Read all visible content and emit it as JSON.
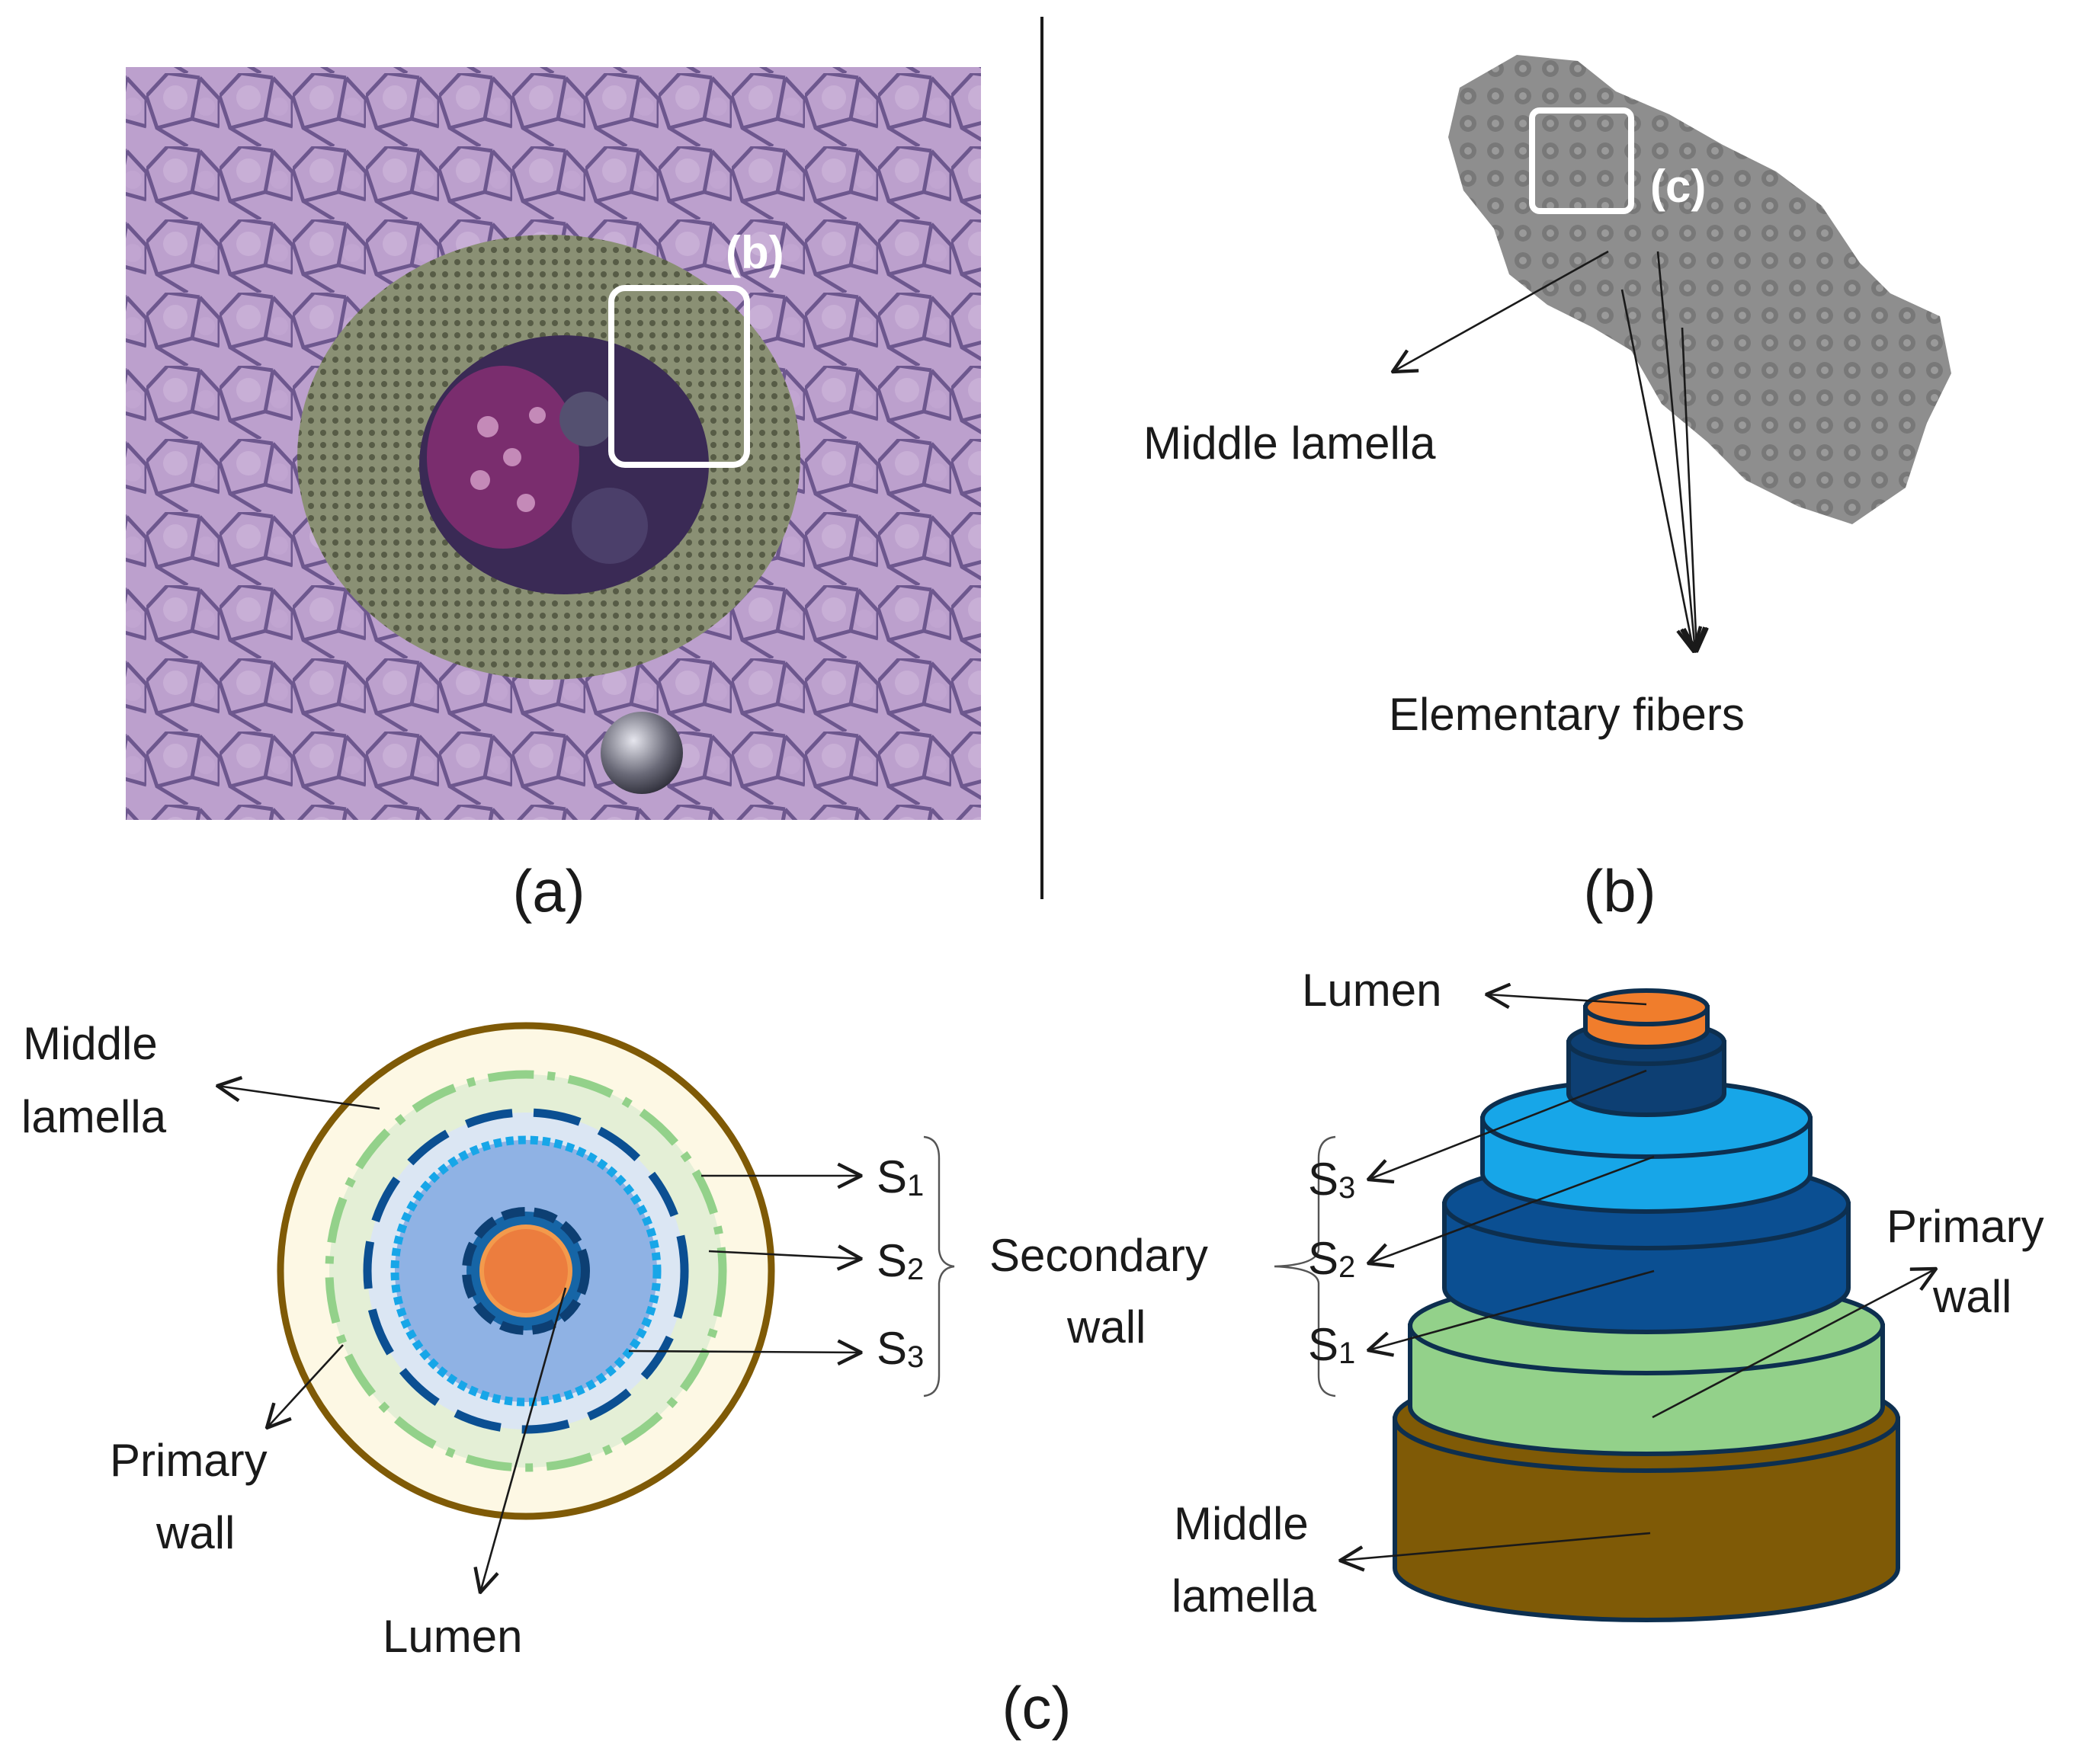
{
  "panels": {
    "a": {
      "caption": "(a)",
      "inset_label": "(b)",
      "colors": {
        "background": "#b49ac8",
        "fiber_ring": "#848a6c",
        "xylem": "#7a2d6e",
        "cell_border": "#4f3f78"
      }
    },
    "b": {
      "caption": "(b)",
      "inset_label": "(c)",
      "labels": {
        "middle_lamella": "Middle lamella",
        "elementary_fibers": "Elementary fibers"
      },
      "colors": {
        "bundle": "#8a8a8a",
        "bundle_dark": "#5e5e5e"
      }
    },
    "c": {
      "caption": "(c)",
      "cross_section": {
        "labels": {
          "middle_lamella_line1": "Middle",
          "middle_lamella_line2": "lamella",
          "primary_wall_line1": "Primary",
          "primary_wall_line2": "wall",
          "lumen": "Lumen",
          "s1_base": "S",
          "s1_sub": "1",
          "s2_base": "S",
          "s2_sub": "2",
          "s3_base": "S",
          "s3_sub": "3",
          "secondary_wall_line1": "Secondary",
          "secondary_wall_line2": "wall"
        }
      },
      "cylinder": {
        "labels": {
          "lumen": "Lumen",
          "s3_base": "S",
          "s3_sub": "3",
          "s2_base": "S",
          "s2_sub": "2",
          "s1_base": "S",
          "s1_sub": "1",
          "primary_wall_line1": "Primary",
          "primary_wall_line2": "wall",
          "middle_lamella_line1": "Middle",
          "middle_lamella_line2": "lamella"
        }
      },
      "colors": {
        "middle_lamella": "#7f5a06",
        "primary_wall": "#93d18a",
        "s1": "#0b4f92",
        "s2": "#17a6e8",
        "s3": "#0d3f73",
        "lumen": "#f07d2c",
        "outline": "#0d2f4f",
        "cross_outer_fill": "#fdf8e4",
        "cross_primary_fill": "#e4efd6",
        "cross_s1_fill": "#dbe6f3",
        "cross_inner_fill": "#8fb2e4"
      }
    }
  }
}
